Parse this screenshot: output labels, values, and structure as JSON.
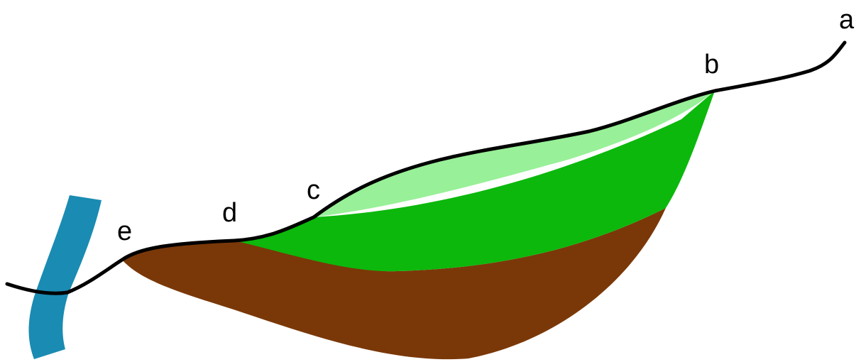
{
  "labels": {
    "a": "a",
    "b": "b",
    "c": "c",
    "d": "d",
    "e": "e"
  },
  "colors": {
    "background": "#ffffff",
    "upper_layer": "#98f098",
    "middle_layer": "#0cb80c",
    "lower_layer": "#7a3808",
    "river": "#1a8bb2",
    "ground_line": "#000000"
  }
}
